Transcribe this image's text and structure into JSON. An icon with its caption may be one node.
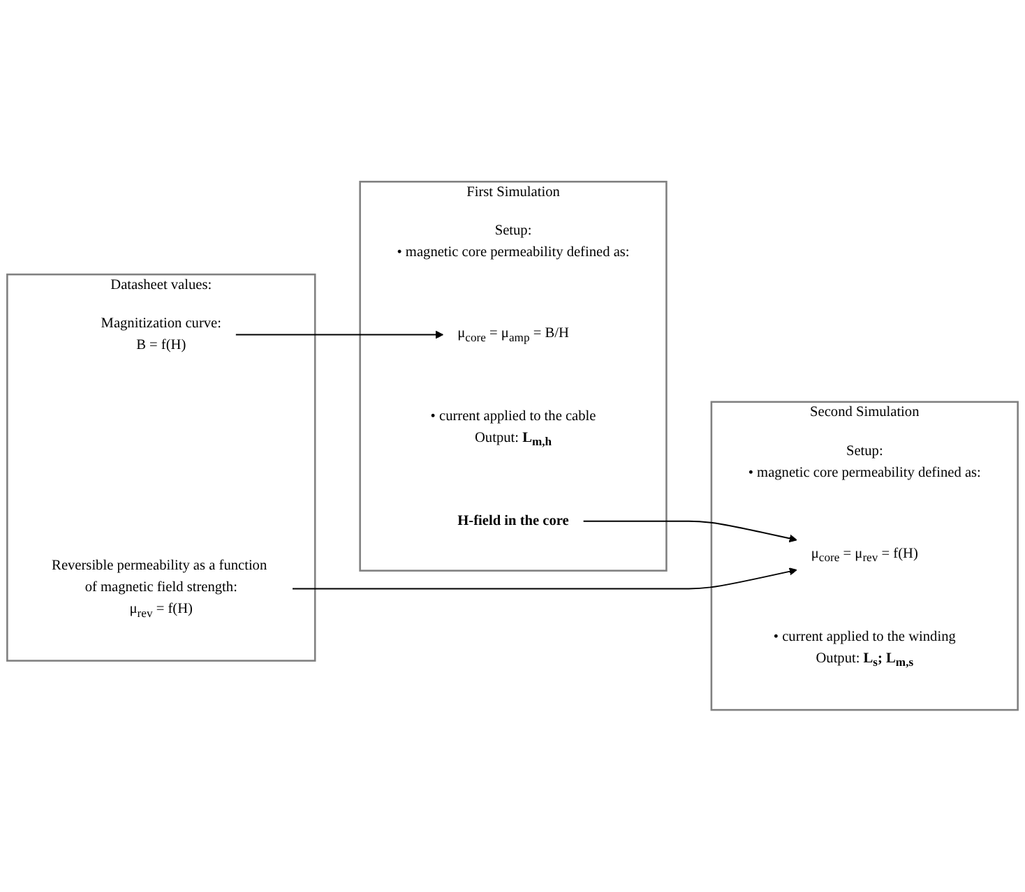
{
  "diagram": {
    "nodes": [
      {
        "text": [
          "Datasheet values:"
        ]
      },
      {
        "text": [
          "Magnitization curve:",
          "B = f(H)"
        ],
        "in": 0
      },
      {
        "text": [
          "Reversible permeability as a function of magnetic field strength:",
          "μ$_{rev}$ = f(H)"
        ],
        "in": 0
      },
      {
        "text": [
          "First Simulation"
        ]
      },
      {
        "text": [
          "Setup:",
          "• magnetic core permeability defined as:"
        ],
        "in": 3
      },
      {
        "text": [
          "μ$_{core}$ = μ$_{amp}$ = B/H"
        ],
        "in": 3
      },
      {
        "text": [
          "• current applied to the cable",
          "Output: **L$_{m,h}$**"
        ],
        "in": 3
      },
      {
        "text": [
          "H-field in the core"
        ],
        "in": 3
      },
      {
        "text": [
          "Second Simulation"
        ]
      },
      {
        "text": [
          "Setup:",
          "• magnetic core permeability defined as:"
        ],
        "in": 8
      },
      {
        "text": [
          "μ$_{core}$ = μ$_{rev}$ = f(H)"
        ],
        "in": 8
      },
      {
        "text": [
          "• current applied to the winding",
          "Output: **L$_{s}$; L$_{m,s}$**"
        ],
        "in": 8
      }
    ],
    "edges": [
      {
        "from": 1,
        "to": 5,
        "arrow": "to"
      },
      {
        "from": 7,
        "to": 10,
        "arrow": "to"
      },
      {
        "from": 2,
        "to": 10,
        "arrow": "to"
      }
    ]
  }
}
